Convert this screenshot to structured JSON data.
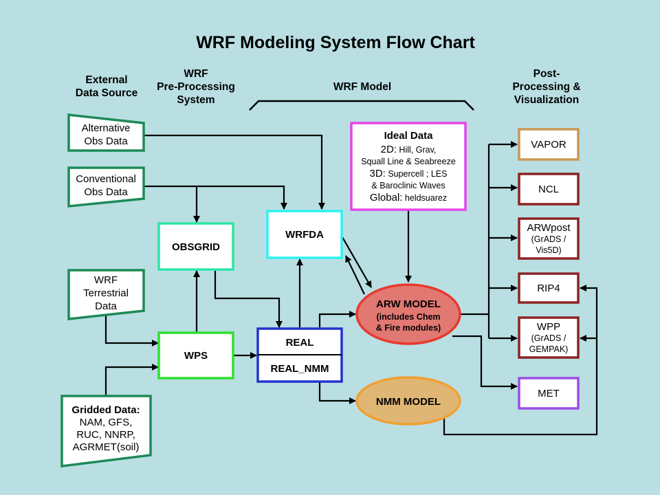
{
  "title": "WRF Modeling System Flow Chart",
  "headers": {
    "external": [
      "External",
      "Data Source"
    ],
    "preproc": [
      "WRF",
      "Pre-Processing",
      "System"
    ],
    "model": "WRF Model",
    "postproc": [
      "Post-",
      "Processing &",
      "Visualization"
    ]
  },
  "sources": {
    "alt_obs": [
      "Alternative",
      "Obs Data"
    ],
    "conv_obs": [
      "Conventional",
      "Obs Data"
    ],
    "terrestrial": [
      "WRF",
      "Terrestrial",
      "Data"
    ],
    "gridded": [
      "Gridded Data:",
      "NAM, GFS,",
      "RUC, NNRP,",
      "AGRMET(soil)"
    ]
  },
  "nodes": {
    "obsgrid": "OBSGRID",
    "wrfda": "WRFDA",
    "wps": "WPS",
    "real": "REAL",
    "real_nmm": "REAL_NMM",
    "arw": [
      "ARW MODEL",
      "(includes Chem",
      "& Fire modules)"
    ],
    "nmm": "NMM MODEL"
  },
  "ideal": {
    "title": "Ideal Data",
    "line1_prefix": "2D:",
    "line1_rest": " Hill, Grav,",
    "line2": "Squall Line & Seabreeze",
    "line3_prefix": "3D:",
    "line3_rest": " Supercell ; LES",
    "line4": "& Baroclinic Waves",
    "line5_prefix": "Global:",
    "line5_rest": " heldsuarez"
  },
  "post": {
    "vapor": "VAPOR",
    "ncl": "NCL",
    "arwpost": [
      "ARWpost",
      "(GrADS /",
      "Vis5D)"
    ],
    "rip4": "RIP4",
    "wpp": [
      "WPP",
      "(GrADS /",
      "GEMPAK)"
    ],
    "met": "MET"
  },
  "colors": {
    "background": "#b9dfe3",
    "source_border": "#1e8a57",
    "obsgrid_border": "#2ee6a6",
    "wrfda_border": "#2ef2f2",
    "wps_border": "#2ee02e",
    "real_border": "#2233cc",
    "ideal_border": "#e845e8",
    "arw_fill": "#e17872",
    "arw_border": "#e8392e",
    "nmm_fill": "#dfb674",
    "nmm_border": "#f0a030",
    "vapor_border": "#c99855",
    "post_border": "#8b2323",
    "met_border": "#9b4de8"
  }
}
